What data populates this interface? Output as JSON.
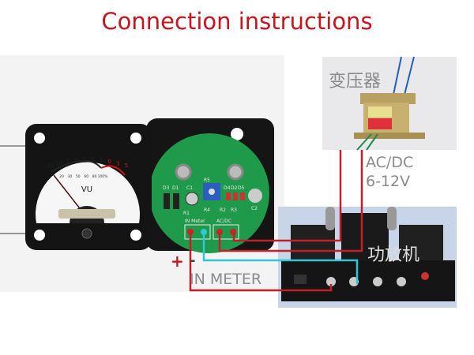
{
  "title": "Connection instructions",
  "labels": {
    "transformer": "变压器",
    "acdc_line1": "AC/DC",
    "acdc_line2": "6-12V",
    "amplifier": "功放机",
    "plus": "+",
    "minus": "-",
    "in_meter": "IN METER"
  },
  "meter": {
    "scale_top": [
      "20",
      "10",
      "7",
      "5",
      "3",
      "2",
      "1",
      "0",
      "3",
      "5"
    ],
    "scale_bottom": [
      "20",
      "30",
      "50",
      "60",
      "80",
      "100%"
    ],
    "unit": "VU"
  },
  "pcb": {
    "components": [
      "D3",
      "D1",
      "C1",
      "R5",
      "D4",
      "D2",
      "D5",
      "C2",
      "R1",
      "R4",
      "R2",
      "R3"
    ],
    "in_label": "IN Meter",
    "power_label": "AC/DC"
  },
  "colors": {
    "title": "#c8141c",
    "wire_red": "#c0202a",
    "wire_cyan": "#2cc8d8",
    "label_gray": "#8a8a8a",
    "pcb_green": "#1f9a4a"
  }
}
